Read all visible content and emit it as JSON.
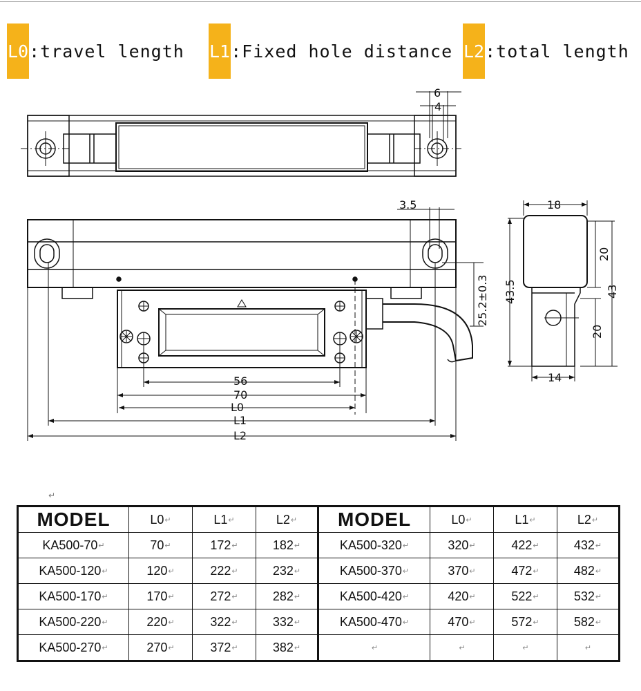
{
  "legend": [
    {
      "key": "L0",
      "text": ":travel length",
      "color": "#f5b21a"
    },
    {
      "key": "L1",
      "text": ":Fixed hole distance",
      "color": "#f5b21a"
    },
    {
      "key": "L2",
      "text": ":total length",
      "color": "#f5b21a"
    }
  ],
  "dims": {
    "d6": "6",
    "d4": "4",
    "d3_5": "3.5",
    "d18": "18",
    "d20a": "20",
    "d43": "43",
    "d43_5": "43.5",
    "d25_2": "25.2±0.3",
    "d20b": "20",
    "d14": "14",
    "d56": "56",
    "d70": "70",
    "dL0": "L0",
    "dL1": "L1",
    "dL2": "L2"
  },
  "paragraph_mark": "↵",
  "table": {
    "headers": [
      "MODEL",
      "L0",
      "L1",
      "L2",
      "MODEL",
      "L0",
      "L1",
      "L2"
    ],
    "rows": [
      [
        "KA500-70",
        "70",
        "172",
        "182",
        "KA500-320",
        "320",
        "422",
        "432"
      ],
      [
        "KA500-120",
        "120",
        "222",
        "232",
        "KA500-370",
        "370",
        "472",
        "482"
      ],
      [
        "KA500-170",
        "170",
        "272",
        "282",
        "KA500-420",
        "420",
        "522",
        "532"
      ],
      [
        "KA500-220",
        "220",
        "322",
        "332",
        "KA500-470",
        "470",
        "572",
        "582"
      ],
      [
        "KA500-270",
        "270",
        "372",
        "382",
        "",
        "",
        "",
        ""
      ]
    ]
  }
}
